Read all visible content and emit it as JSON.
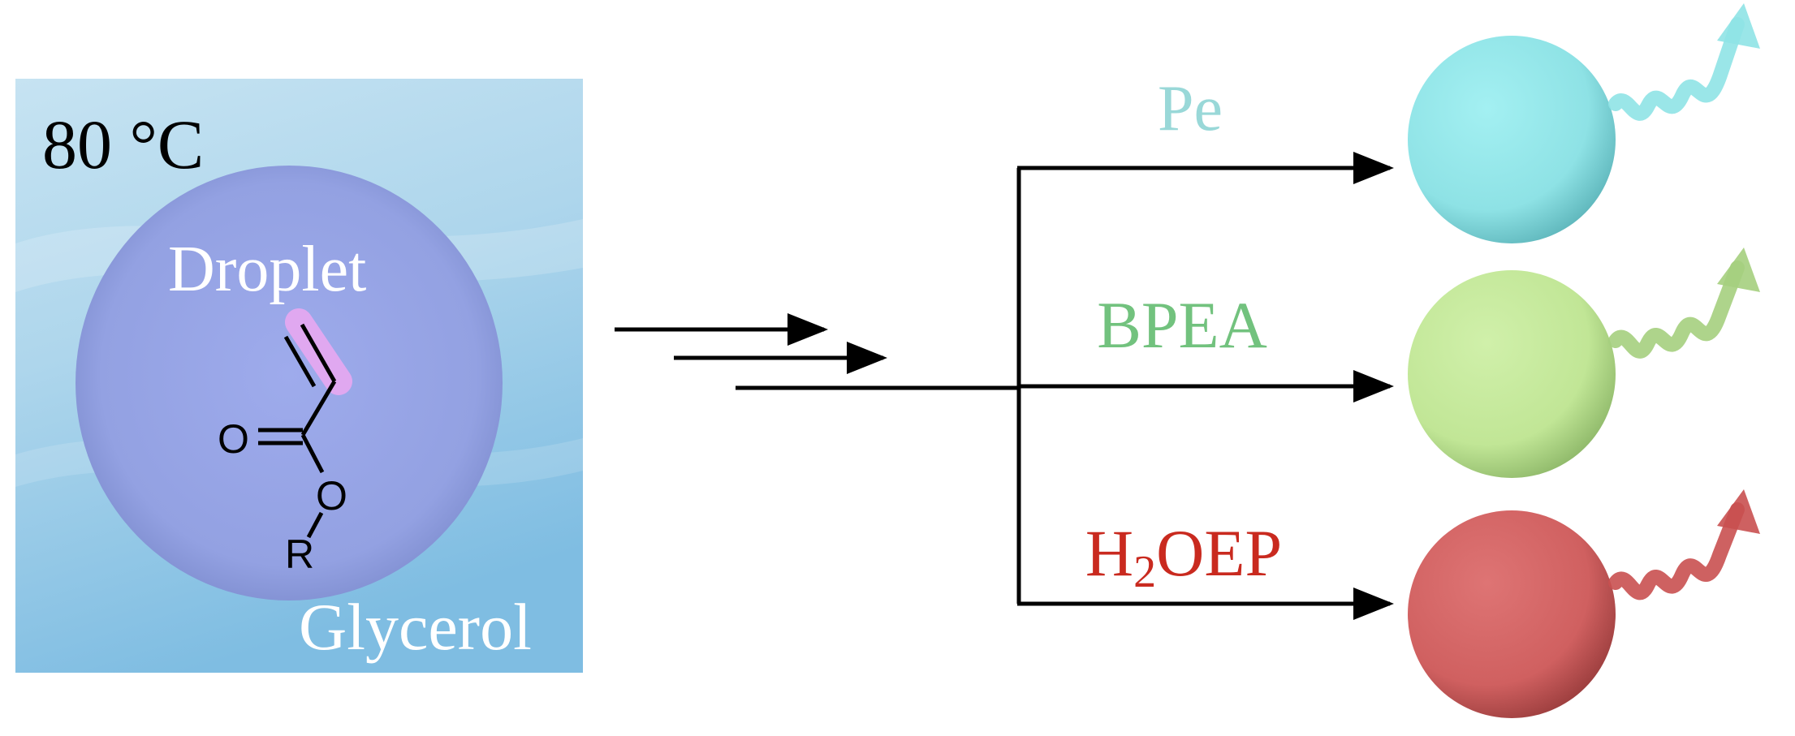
{
  "panel": {
    "temperature": "80 °C",
    "droplet_label": "Droplet",
    "medium_label": "Glycerol"
  },
  "molecule": {
    "carbonyl_oxygen": "O",
    "ester_oxygen": "O",
    "substituent": "R"
  },
  "outputs": [
    {
      "label_main": "Pe",
      "label_sub": "",
      "label_rest": "",
      "color": "#99d8d8",
      "sphere_color": "#8fe3e6"
    },
    {
      "label_main": "BPEA",
      "label_sub": "",
      "label_rest": "",
      "color": "#72c27e",
      "sphere_color": "#c3e89a"
    },
    {
      "label_main": "H",
      "label_sub": "2",
      "label_rest": "OEP",
      "color": "#c92a1f",
      "sphere_color": "#d46363"
    }
  ],
  "colors": {
    "panel_bg": "#a9d3ea",
    "droplet": "#95a3e4",
    "vinyl_highlight": "#e0a8f0",
    "arrow": "#000000"
  }
}
